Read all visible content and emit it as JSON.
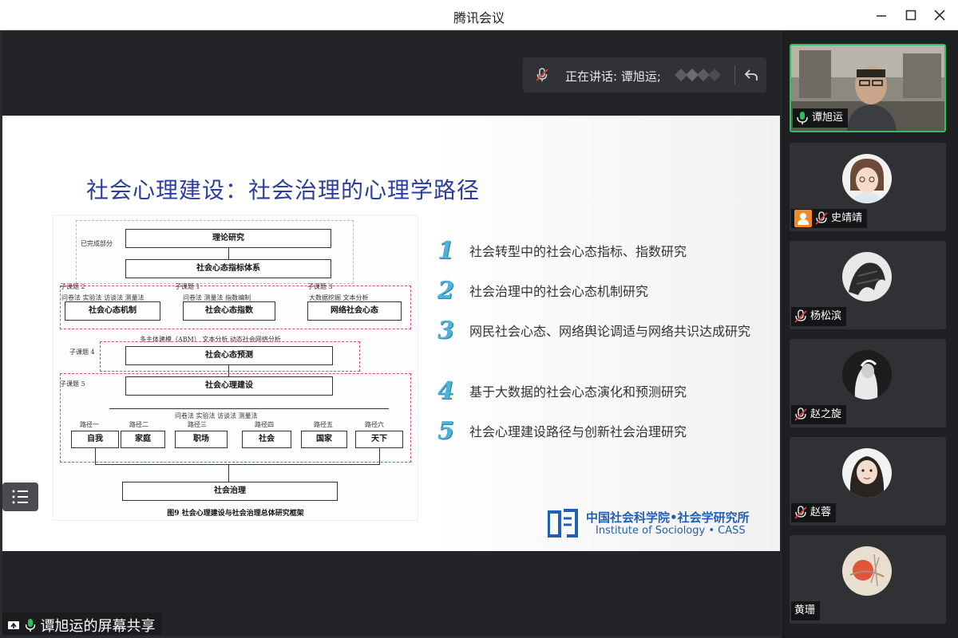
{
  "window": {
    "title": "腾讯会议"
  },
  "speaker_bar": {
    "label": "正在讲话: 谭旭运;"
  },
  "slide": {
    "title": "社会心理建设：社会治理的心理学路径",
    "framework": {
      "completed_label": "已完成部分",
      "theory": "理论研究",
      "index_system": "社会心态指标体系",
      "sub2_label": "子课题 2",
      "sub2_methods": "问卷法  实验法  访谈法  测量法",
      "sub2_box": "社会心态机制",
      "sub1_label": "子课题 1",
      "sub1_methods": "问卷法  测量法    指数编制",
      "sub1_box": "社会心态指数",
      "sub3_label": "子课题 3",
      "sub3_methods": "大数据挖掘    文本分析",
      "sub3_box": "网络社会心态",
      "sub4_methods": "多主体建模（ABM）  文本分析  动态社会网络分析",
      "sub4_label": "子课题 4",
      "sub4_box": "社会心态预测",
      "sub5_label": "子课题 5",
      "sub5_box": "社会心理建设",
      "sub5_methods": "问卷法  实验法     访谈法  测量法",
      "paths": [
        "路径一",
        "路径二",
        "路径三",
        "路径四",
        "路径五",
        "路径六"
      ],
      "levels": [
        "自我",
        "家庭",
        "职场",
        "社会",
        "国家",
        "天下"
      ],
      "governance": "社会治理",
      "caption": "图9  社会心理建设与社会治理总体研究框架"
    },
    "points": [
      {
        "num": "1",
        "text": "社会转型中的社会心态指标、指数研究"
      },
      {
        "num": "2",
        "text": "社会治理中的社会心态机制研究"
      },
      {
        "num": "3",
        "text": "网民社会心态、网络舆论调适与网络共识达成研究"
      },
      {
        "num": "4",
        "text": "基于大数据的社会心态演化和预测研究"
      },
      {
        "num": "5",
        "text": "社会心理建设路径与创新社会治理研究"
      }
    ],
    "institution": {
      "cn": "中国社会科学院•社会学研究所",
      "en": "Institute of Sociology • CASS"
    }
  },
  "share_label": "谭旭运的屏幕共享",
  "participants": [
    {
      "name": "谭旭运",
      "muted": false,
      "video": true
    },
    {
      "name": "史靖靖",
      "muted": true,
      "host_badge": true
    },
    {
      "name": "杨松滨",
      "muted": true
    },
    {
      "name": "赵之旋",
      "muted": true
    },
    {
      "name": "赵蓉",
      "muted": true
    },
    {
      "name": "黄珊",
      "muted": false
    }
  ],
  "colors": {
    "accent_green": "#2ec05b",
    "title_blue": "#2a3da0",
    "number_blue": "#4fb3d9"
  }
}
